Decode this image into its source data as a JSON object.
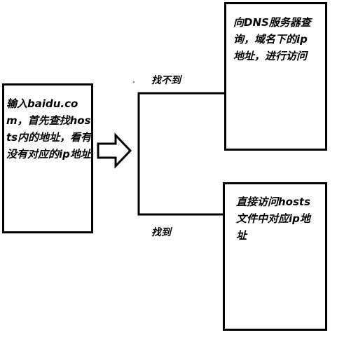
{
  "nodes": {
    "input": {
      "text": "输入baidu.com，首先查找hosts内的地址，看有没有对应的ip地址"
    },
    "dns_query": {
      "text": "向DNS服务器查询，域名下的ip地址，进行访问"
    },
    "hosts_access": {
      "text": "直接访问hosts文件中对应ip地址"
    }
  },
  "edges": {
    "not_found": {
      "label": "找不到"
    },
    "found": {
      "label": "找到"
    }
  },
  "colors": {
    "line": "#000000",
    "background": "#ffffff"
  }
}
